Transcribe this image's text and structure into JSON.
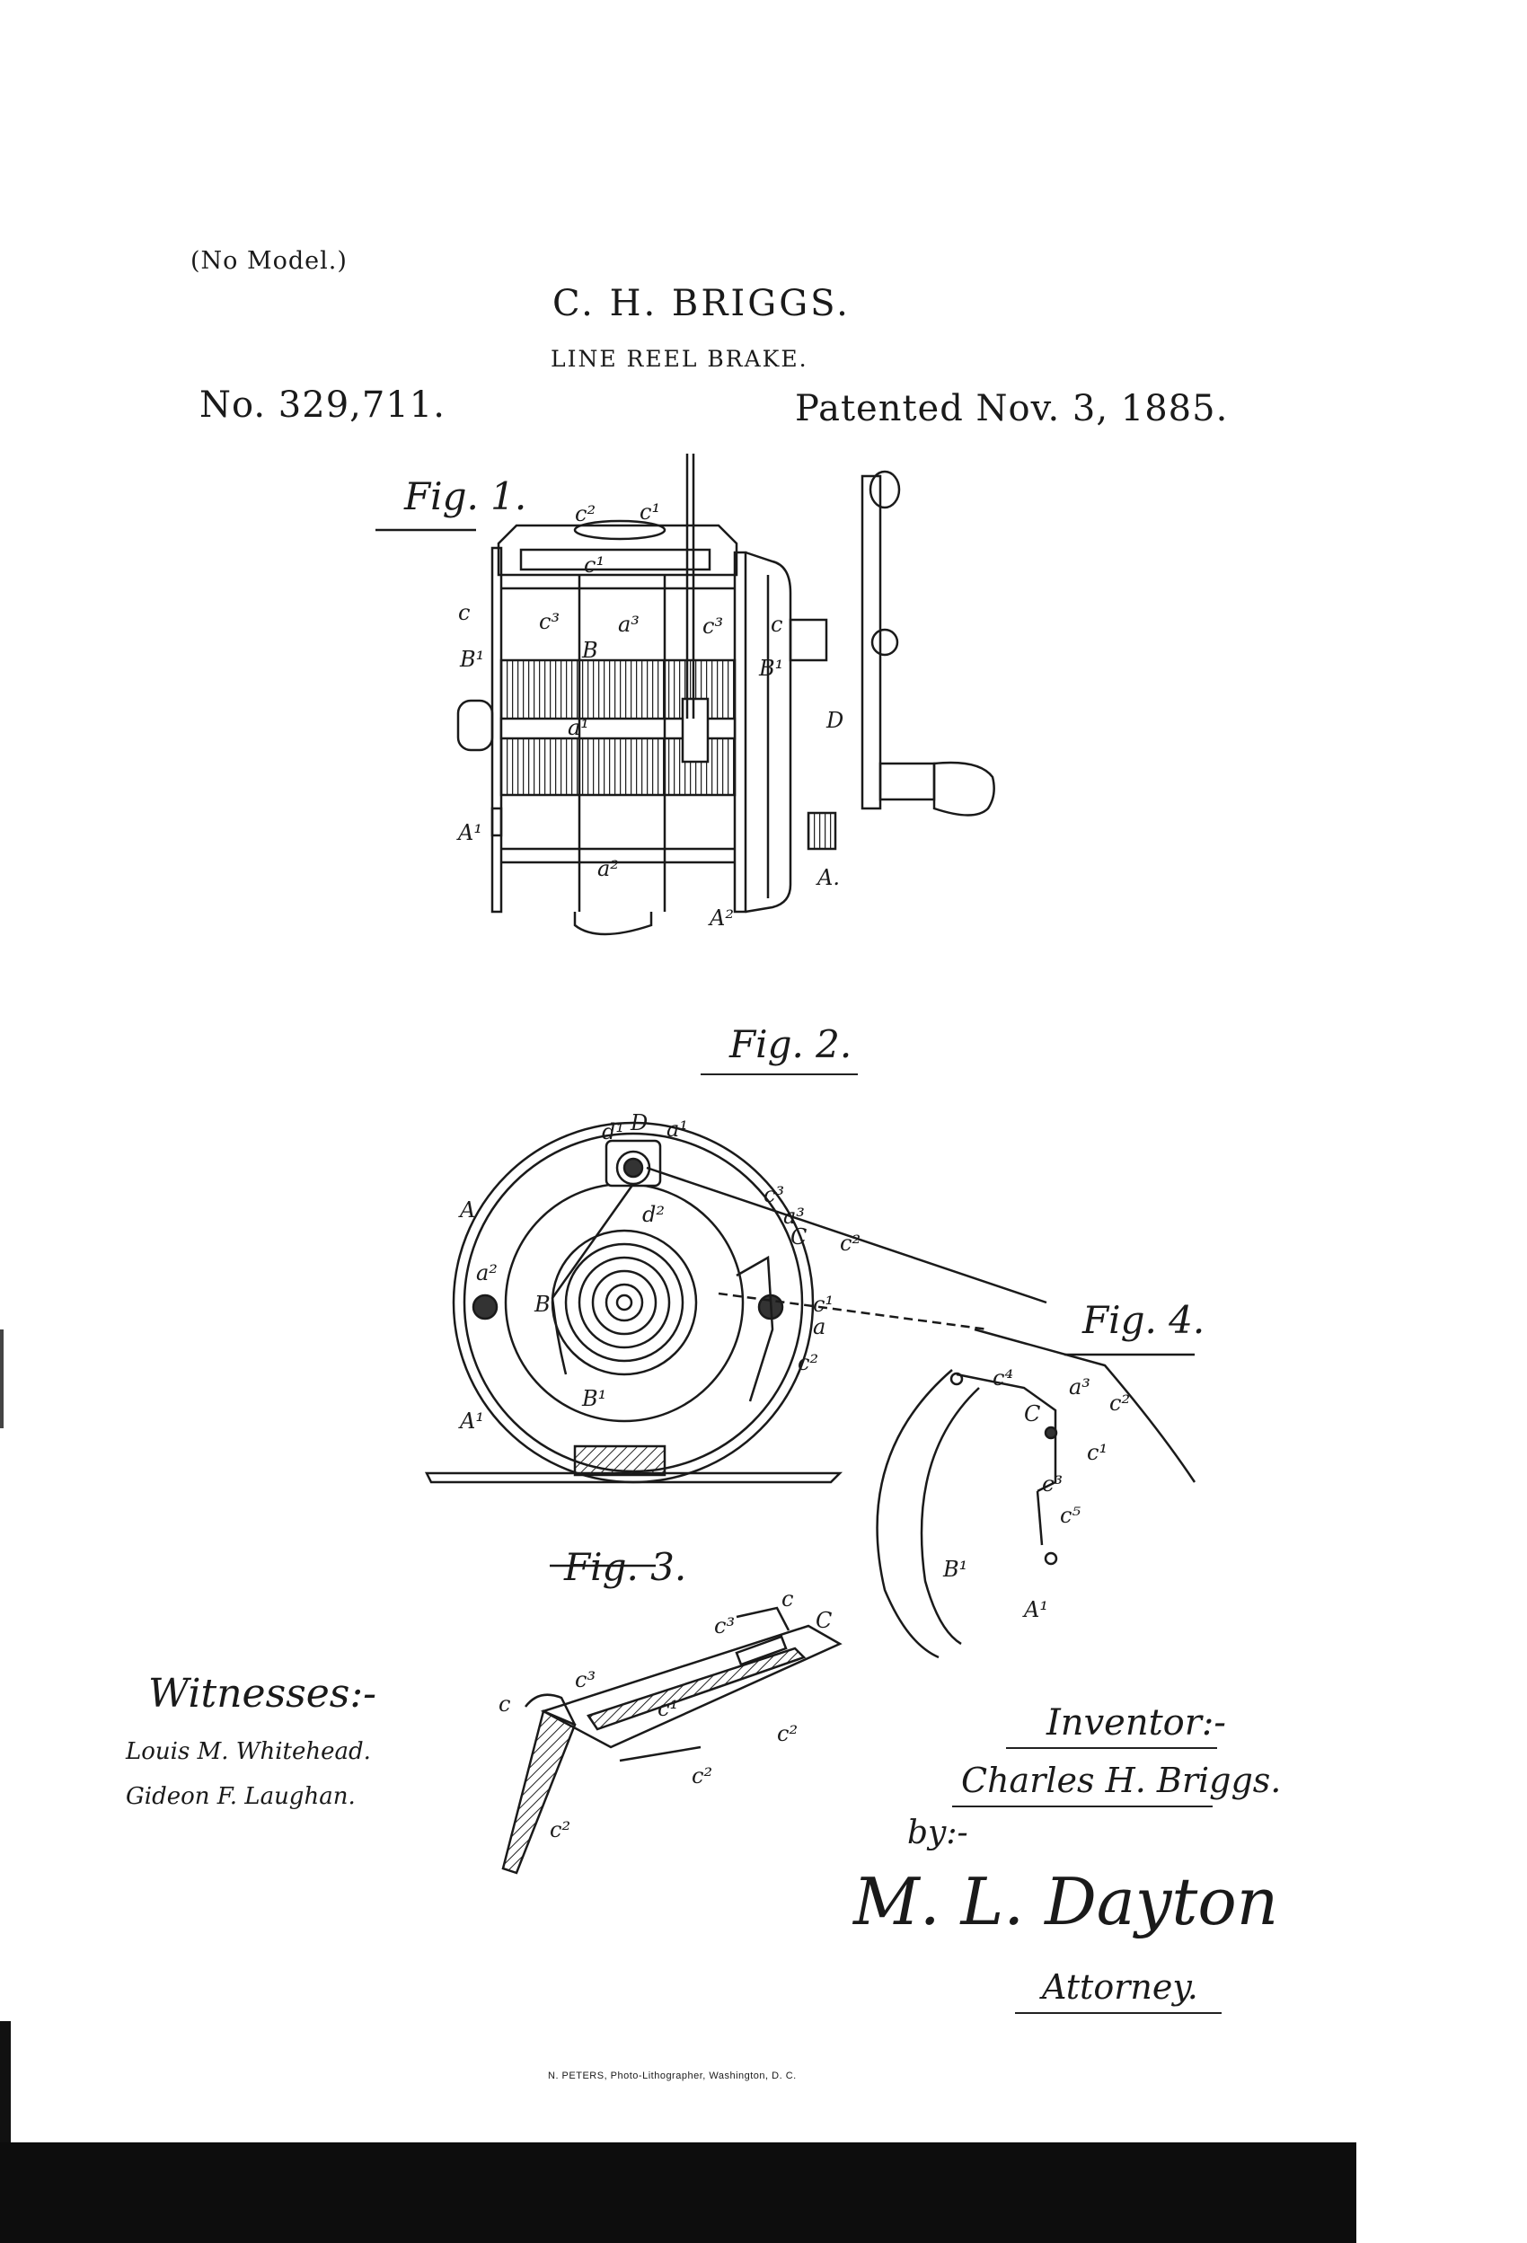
{
  "header": {
    "no_model": "(No Model.)",
    "inventor": "C. H. BRIGGS.",
    "title": "LINE REEL BRAKE.",
    "patent_number": "No. 329,711.",
    "patent_date": "Patented Nov. 3, 1885."
  },
  "figures": {
    "fig1": "Fig. 1.",
    "fig2": "Fig. 2.",
    "fig3": "Fig. 3.",
    "fig4": "Fig. 4."
  },
  "signatures": {
    "witnesses_label": "Witnesses:-",
    "witness_1": "Louis M. Whitehead.",
    "witness_2": "Gideon F. Laughan.",
    "inventor_label": "Inventor:-",
    "inventor_signature": "Charles H. Briggs.",
    "by_label": "by:-",
    "attorney_signature": "M. L. Dayton",
    "attorney_label": "Attorney."
  },
  "printer_credit": "N. PETERS, Photo-Lithographer, Washington, D. C.",
  "reference_letters": {
    "fig1": [
      "c2",
      "c1",
      "c1",
      "c",
      "c3",
      "a3",
      "c3",
      "c",
      "B1",
      "B",
      "B1",
      "a1",
      "D",
      "A1",
      "a2",
      "A",
      "A2"
    ],
    "fig2": [
      "d1",
      "D",
      "a1",
      "A",
      "d2",
      "c3",
      "a3",
      "C",
      "c2",
      "a2",
      "B",
      "c1",
      "a",
      "c2",
      "B1",
      "A1"
    ],
    "fig3": [
      "c",
      "C",
      "c3",
      "c3",
      "c",
      "c1",
      "c2",
      "c2",
      "c2"
    ],
    "fig4": [
      "c4",
      "a3",
      "c2",
      "C",
      "c1",
      "c3",
      "c5",
      "B1",
      "A1"
    ]
  }
}
